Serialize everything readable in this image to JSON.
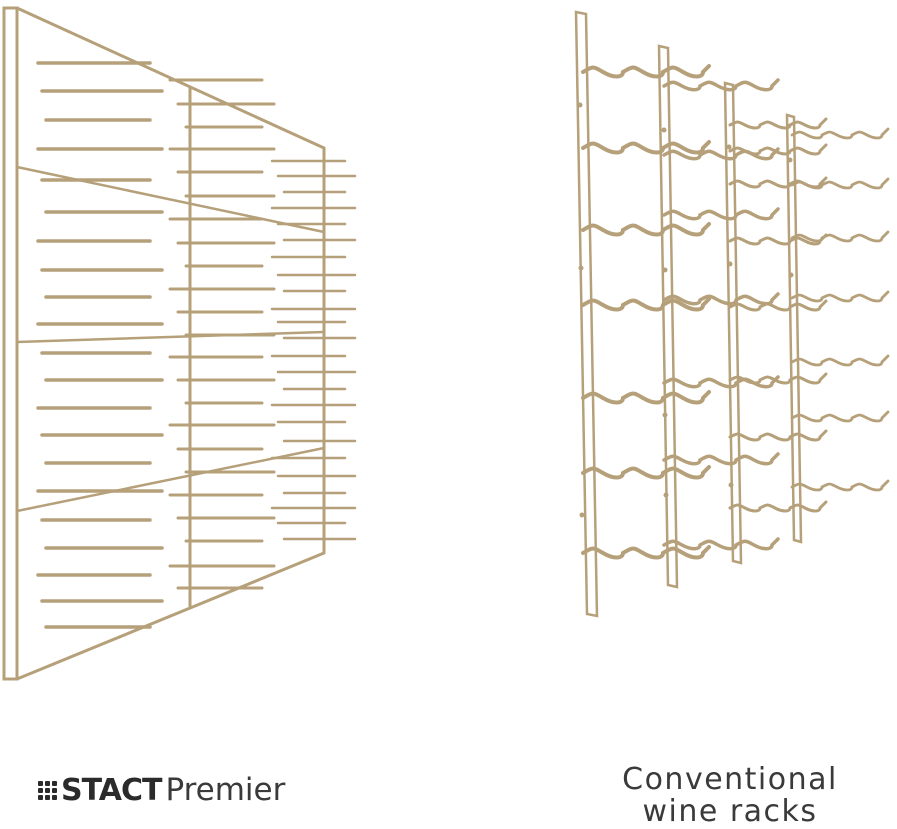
{
  "colors": {
    "rack": "#b5a07a",
    "text": "#333333"
  },
  "left_panel": {
    "brand_bold": "STACT",
    "brand_light": "Premier",
    "brand_icon": "grid-dots-icon"
  },
  "right_panel": {
    "line1": "Conventional",
    "line2": "wine racks"
  }
}
